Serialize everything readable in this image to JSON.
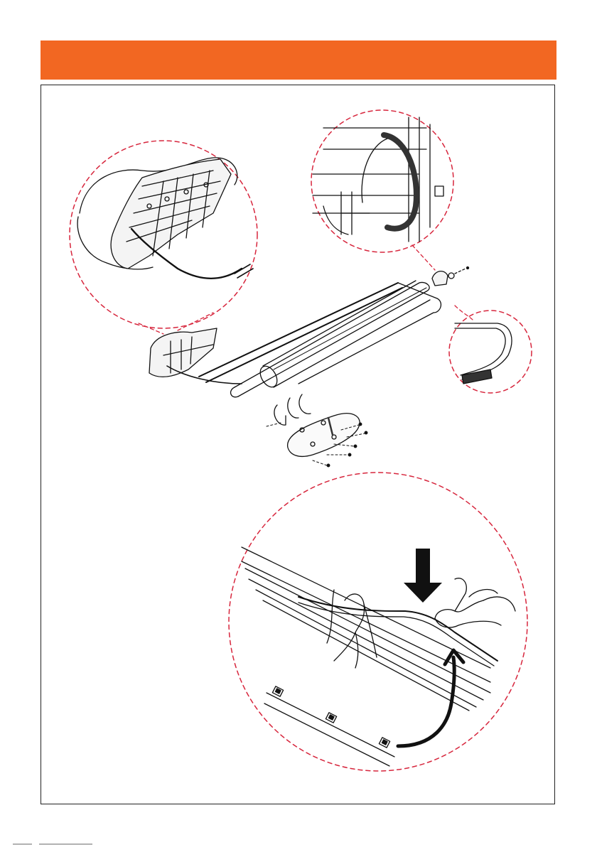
{
  "header": {
    "accent_color": "#F26722"
  },
  "frame": {
    "border_color": "#222222"
  },
  "callouts": {
    "line_color": "#D7263D",
    "items": [
      "end-cap-detail",
      "clip-detail",
      "cable-bend-detail",
      "cable-insert-detail"
    ]
  },
  "icons": [
    "down-arrow-icon",
    "curved-arrow-icon"
  ]
}
